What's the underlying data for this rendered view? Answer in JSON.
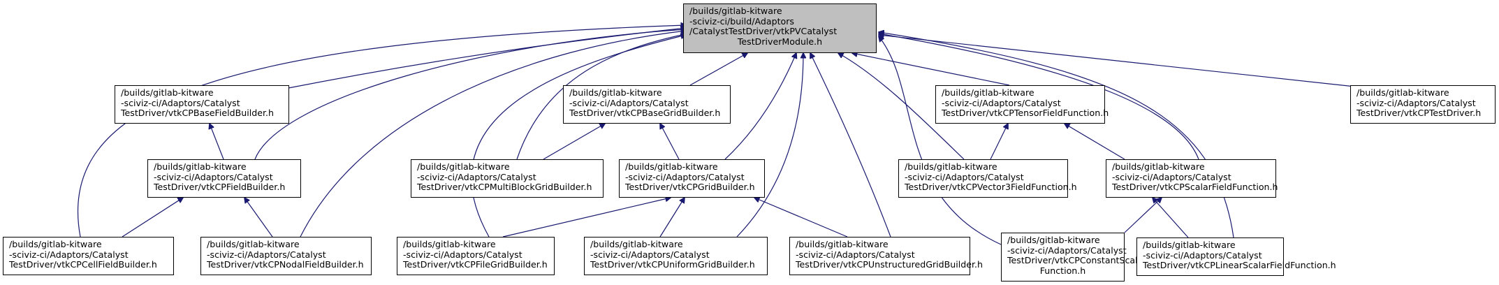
{
  "diagram": {
    "type": "include-dependency-graph",
    "colors": {
      "edge": "#191970",
      "root_fill": "#bfbfbf",
      "node_fill": "#ffffff",
      "node_border": "#000000"
    },
    "root": {
      "id": "root",
      "lines": [
        "/builds/gitlab-kitware",
        "-sciviz-ci/build/Adaptors",
        "/CatalystTestDriver/vtkPVCatalyst",
        "TestDriverModule.h"
      ]
    },
    "nodes": [
      {
        "id": "basefield",
        "lines": [
          "/builds/gitlab-kitware",
          "-sciviz-ci/Adaptors/Catalyst",
          "TestDriver/vtkCPBaseFieldBuilder.h"
        ]
      },
      {
        "id": "field",
        "lines": [
          "/builds/gitlab-kitware",
          "-sciviz-ci/Adaptors/Catalyst",
          "TestDriver/vtkCPFieldBuilder.h"
        ]
      },
      {
        "id": "cellfield",
        "lines": [
          "/builds/gitlab-kitware",
          "-sciviz-ci/Adaptors/Catalyst",
          "TestDriver/vtkCPCellFieldBuilder.h"
        ]
      },
      {
        "id": "nodalfield",
        "lines": [
          "/builds/gitlab-kitware",
          "-sciviz-ci/Adaptors/Catalyst",
          "TestDriver/vtkCPNodalFieldBuilder.h"
        ]
      },
      {
        "id": "basegrid",
        "lines": [
          "/builds/gitlab-kitware",
          "-sciviz-ci/Adaptors/Catalyst",
          "TestDriver/vtkCPBaseGridBuilder.h"
        ]
      },
      {
        "id": "multiblock",
        "lines": [
          "/builds/gitlab-kitware",
          "-sciviz-ci/Adaptors/Catalyst",
          "TestDriver/vtkCPMultiBlockGridBuilder.h"
        ]
      },
      {
        "id": "grid",
        "lines": [
          "/builds/gitlab-kitware",
          "-sciviz-ci/Adaptors/Catalyst",
          "TestDriver/vtkCPGridBuilder.h"
        ]
      },
      {
        "id": "filegrid",
        "lines": [
          "/builds/gitlab-kitware",
          "-sciviz-ci/Adaptors/Catalyst",
          "TestDriver/vtkCPFileGridBuilder.h"
        ]
      },
      {
        "id": "uniformgrid",
        "lines": [
          "/builds/gitlab-kitware",
          "-sciviz-ci/Adaptors/Catalyst",
          "TestDriver/vtkCPUniformGridBuilder.h"
        ]
      },
      {
        "id": "unstructuredgrid",
        "lines": [
          "/builds/gitlab-kitware",
          "-sciviz-ci/Adaptors/Catalyst",
          "TestDriver/vtkCPUnstructuredGridBuilder.h"
        ]
      },
      {
        "id": "tensor",
        "lines": [
          "/builds/gitlab-kitware",
          "-sciviz-ci/Adaptors/Catalyst",
          "TestDriver/vtkCPTensorFieldFunction.h"
        ]
      },
      {
        "id": "vector3",
        "lines": [
          "/builds/gitlab-kitware",
          "-sciviz-ci/Adaptors/Catalyst",
          "TestDriver/vtkCPVector3FieldFunction.h"
        ]
      },
      {
        "id": "scalar",
        "lines": [
          "/builds/gitlab-kitware",
          "-sciviz-ci/Adaptors/Catalyst",
          "TestDriver/vtkCPScalarFieldFunction.h"
        ]
      },
      {
        "id": "constscalar",
        "lines": [
          "/builds/gitlab-kitware",
          "-sciviz-ci/Adaptors/Catalyst",
          "TestDriver/vtkCPConstantScalarField",
          "Function.h"
        ]
      },
      {
        "id": "linearscalar",
        "lines": [
          "/builds/gitlab-kitware",
          "-sciviz-ci/Adaptors/Catalyst",
          "TestDriver/vtkCPLinearScalarFieldFunction.h"
        ]
      },
      {
        "id": "testdriver",
        "lines": [
          "/builds/gitlab-kitware",
          "-sciviz-ci/Adaptors/Catalyst",
          "TestDriver/vtkCPTestDriver.h"
        ]
      }
    ],
    "edges": [
      {
        "from": "basefield",
        "to": "root"
      },
      {
        "from": "field",
        "to": "root"
      },
      {
        "from": "cellfield",
        "to": "root"
      },
      {
        "from": "nodalfield",
        "to": "root"
      },
      {
        "from": "basegrid",
        "to": "root"
      },
      {
        "from": "multiblock",
        "to": "root"
      },
      {
        "from": "grid",
        "to": "root"
      },
      {
        "from": "filegrid",
        "to": "root"
      },
      {
        "from": "uniformgrid",
        "to": "root"
      },
      {
        "from": "unstructuredgrid",
        "to": "root"
      },
      {
        "from": "tensor",
        "to": "root"
      },
      {
        "from": "vector3",
        "to": "root"
      },
      {
        "from": "scalar",
        "to": "root"
      },
      {
        "from": "constscalar",
        "to": "root"
      },
      {
        "from": "linearscalar",
        "to": "root"
      },
      {
        "from": "testdriver",
        "to": "root"
      },
      {
        "from": "field",
        "to": "basefield"
      },
      {
        "from": "cellfield",
        "to": "field"
      },
      {
        "from": "nodalfield",
        "to": "field"
      },
      {
        "from": "multiblock",
        "to": "basegrid"
      },
      {
        "from": "grid",
        "to": "basegrid"
      },
      {
        "from": "filegrid",
        "to": "grid"
      },
      {
        "from": "uniformgrid",
        "to": "grid"
      },
      {
        "from": "unstructuredgrid",
        "to": "grid"
      },
      {
        "from": "vector3",
        "to": "tensor"
      },
      {
        "from": "scalar",
        "to": "tensor"
      },
      {
        "from": "constscalar",
        "to": "scalar"
      },
      {
        "from": "linearscalar",
        "to": "scalar"
      }
    ]
  }
}
